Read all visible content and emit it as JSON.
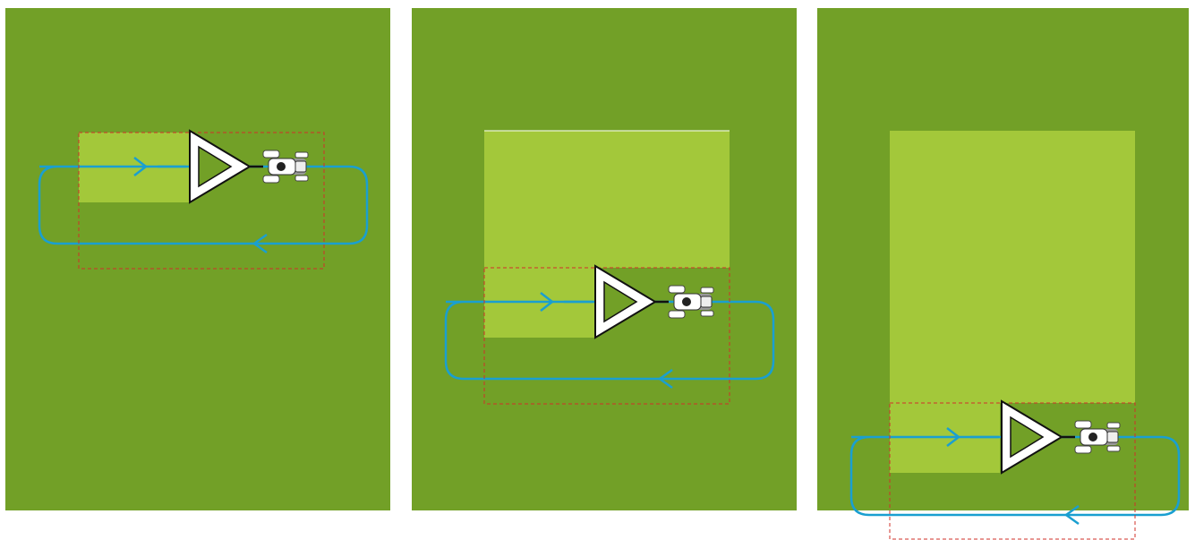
{
  "colors": {
    "background": "#ffffff",
    "field": "#72a027",
    "worked_area": "#a3c83a",
    "path": "#1a9fd0",
    "boundary": "#d0302a",
    "implement_fill": "#ffffff",
    "implement_stroke": "#111111"
  },
  "panels": [
    {
      "name": "panel-1",
      "stage": 1,
      "worked_strip": true,
      "worked_block": false,
      "pass_arrow": "right",
      "return_arrow": "left",
      "icons": [
        "tractor-icon",
        "implement-triangle-icon"
      ]
    },
    {
      "name": "panel-2",
      "stage": 2,
      "worked_strip": true,
      "worked_block": true,
      "pass_arrow": "right",
      "return_arrow": "left",
      "icons": [
        "tractor-icon",
        "implement-triangle-icon"
      ]
    },
    {
      "name": "panel-3",
      "stage": 3,
      "worked_strip": true,
      "worked_block": true,
      "pass_arrow": "right",
      "return_arrow": "left",
      "icons": [
        "tractor-icon",
        "implement-triangle-icon"
      ]
    }
  ]
}
